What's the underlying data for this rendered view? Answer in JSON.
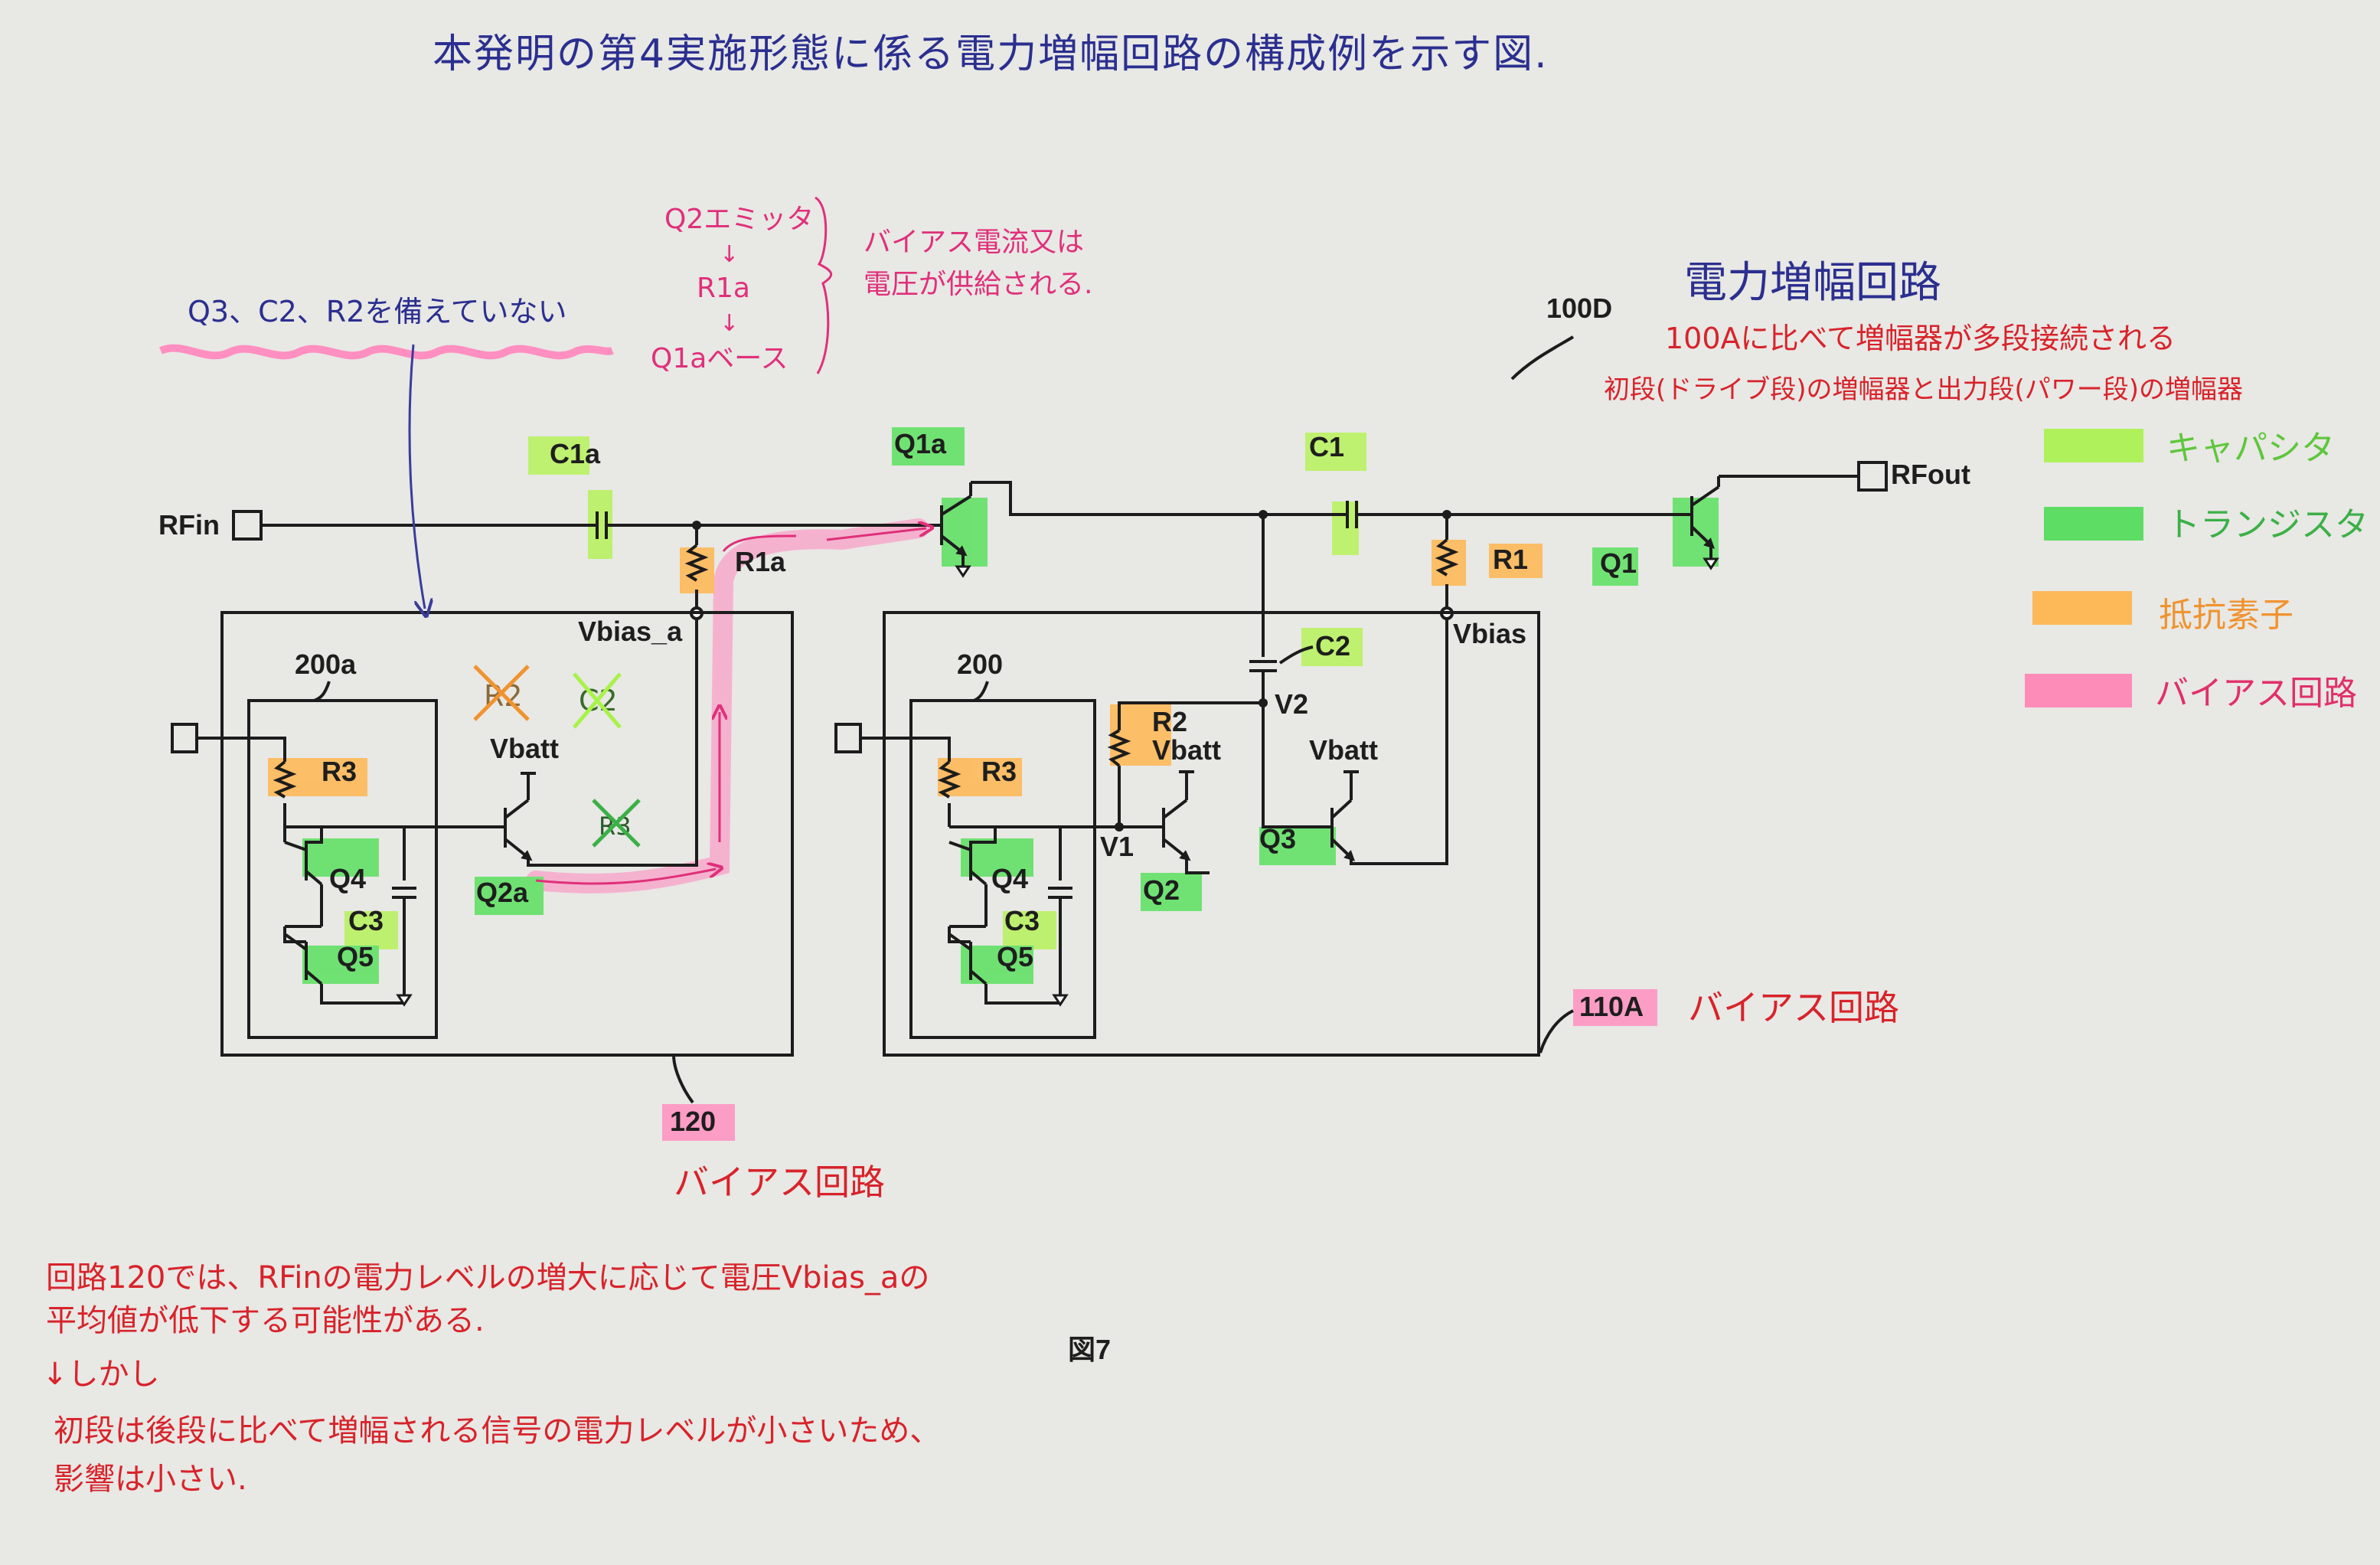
{
  "title_note": "本発明の第4実施形態に係る電力増幅回路の構成例を示す図.",
  "figure_number": "図7",
  "labels": {
    "rfin": "RFin",
    "rfout": "RFout",
    "c1a": "C1a",
    "r1a": "R1a",
    "q1a": "Q1a",
    "c1": "C1",
    "r1": "R1",
    "q1": "Q1",
    "vbias_a": "Vbias_a",
    "vbias": "Vbias",
    "ref_100d": "100D",
    "ref_200a": "200a",
    "ref_200": "200",
    "ref_110a": "110A",
    "ref_120": "120",
    "left": {
      "r3": "R3",
      "q4": "Q4",
      "c3": "C3",
      "q5": "Q5",
      "vbatt": "Vbatt",
      "q2a": "Q2a",
      "r2": "R2",
      "c2": "C2",
      "r3x": "R3"
    },
    "right": {
      "r3": "R3",
      "q4": "Q4",
      "c3": "C3",
      "q5": "Q5",
      "r2": "R2",
      "vbatt1": "Vbatt",
      "vbatt2": "Vbatt",
      "v1": "V1",
      "v2": "V2",
      "c2": "C2",
      "q2": "Q2",
      "q3": "Q3"
    }
  },
  "notes": {
    "missing_parts": "Q3、C2、R2を備えていない",
    "bias_flow_1": "Q2エミッタ",
    "bias_flow_2": "R1a",
    "bias_flow_3": "Q1aベース",
    "bias_flow_result_1": "バイアス電流又は",
    "bias_flow_result_2": "電圧が供給される.",
    "pa_title": "電力増幅回路",
    "pa_desc_1": "100Aに比べて増幅器が多段接続される",
    "pa_desc_2": "初段(ドライブ段)の増幅器と出力段(パワー段)の増幅器",
    "bias_circuit_right": "バイアス回路",
    "bias_circuit_120": "バイアス回路",
    "bottom_1": "回路120では、RFinの電力レベルの増大に応じて電圧Vbias_aの",
    "bottom_2": "平均値が低下する可能性がある.",
    "bottom_3": "↓しかし",
    "bottom_4": "初段は後段に比べて増幅される信号の電力レベルが小さいため、",
    "bottom_5": "影響は小さい."
  },
  "legend": [
    {
      "label": "キャパシタ",
      "color": "#a8f24a",
      "text_color": "#5ec73a"
    },
    {
      "label": "トランジスタ",
      "color": "#4fdc56",
      "text_color": "#3bb046"
    },
    {
      "label": "抵抗素子",
      "color": "#ffb347",
      "text_color": "#f0932f"
    },
    {
      "label": "バイアス回路",
      "color": "#ff82b4",
      "text_color": "#e0306a"
    }
  ],
  "colors": {
    "capacitor_hl": "#b6f25a",
    "transistor_hl": "#5be05f",
    "resistor_hl": "#ffb650",
    "bias_hl": "#ff8fc0",
    "blue_ink": "#2b2f8f",
    "red_ink": "#d8232a",
    "pink_ink": "#e0307a"
  }
}
